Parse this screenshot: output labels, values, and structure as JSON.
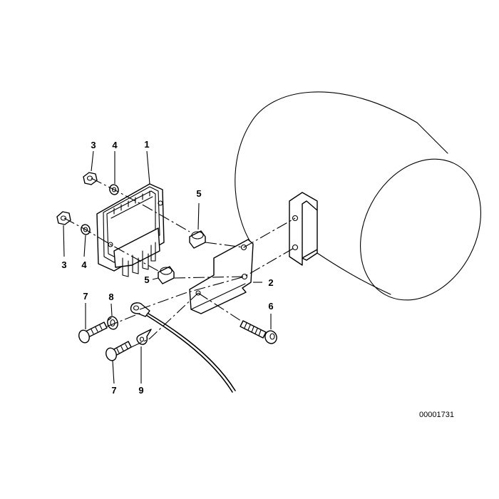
{
  "diagram": {
    "doc_id": "00001731",
    "callouts": [
      {
        "id": "c1",
        "label": "1"
      },
      {
        "id": "c2",
        "label": "2"
      },
      {
        "id": "c3a",
        "label": "3"
      },
      {
        "id": "c3b",
        "label": "3"
      },
      {
        "id": "c4a",
        "label": "4"
      },
      {
        "id": "c4b",
        "label": "4"
      },
      {
        "id": "c5a",
        "label": "5"
      },
      {
        "id": "c5b",
        "label": "5"
      },
      {
        "id": "c6",
        "label": "6"
      },
      {
        "id": "c7a",
        "label": "7"
      },
      {
        "id": "c7b",
        "label": "7"
      },
      {
        "id": "c8",
        "label": "8"
      },
      {
        "id": "c9",
        "label": "9"
      }
    ]
  }
}
